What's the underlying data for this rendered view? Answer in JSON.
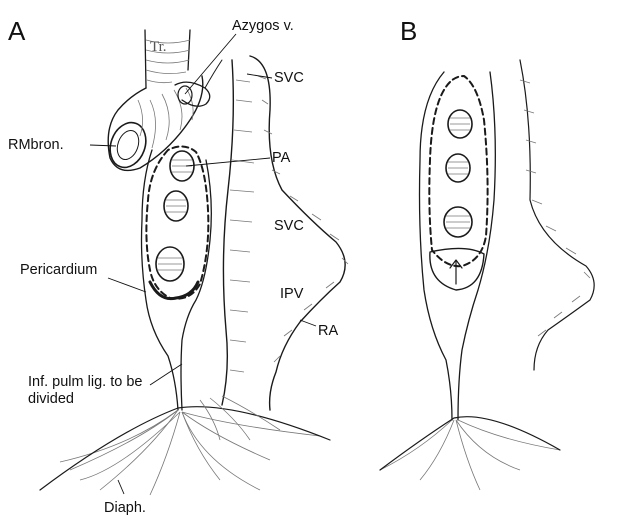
{
  "panels": [
    {
      "letter": "A"
    },
    {
      "letter": "B"
    }
  ],
  "labels": {
    "trachea": "Tr.",
    "azygos": "Azygos v.",
    "svc_top": "SVC",
    "rm_bronchus": "RMbron.",
    "pa": "PA",
    "svc_mid": "SVC",
    "pericardium": "Pericardium",
    "ipv": "IPV",
    "ra": "RA",
    "inf_pulm_lig": "Inf. pulm lig. to be divided",
    "diaphragm": "Diaph."
  }
}
